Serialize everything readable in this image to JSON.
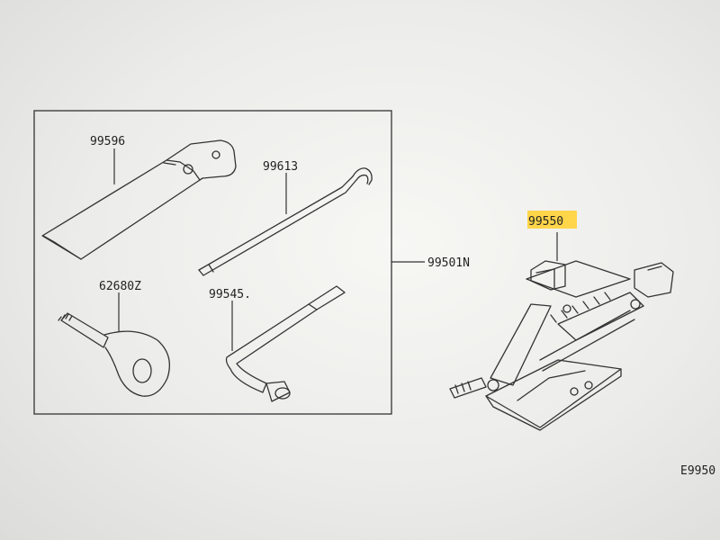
{
  "parts": {
    "tool_bag": "99596",
    "hook_rod": "99613",
    "tow_hook": "62680Z",
    "wheel_wrench": "99545.",
    "tool_set": "99501N",
    "jack": "99550"
  },
  "figure_code": "E9950",
  "highlight_color": "#ffd54a"
}
